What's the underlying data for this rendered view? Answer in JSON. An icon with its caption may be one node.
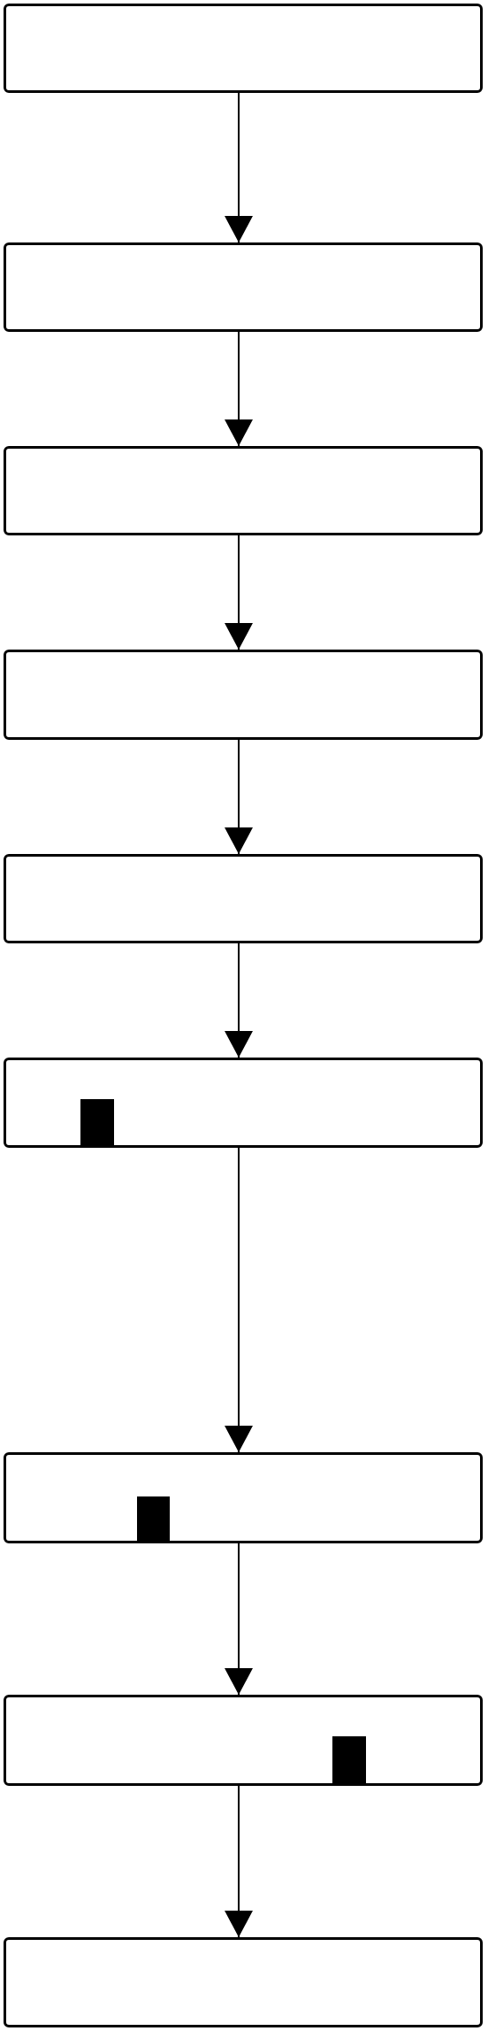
{
  "diagram": {
    "nodes": [
      {
        "text": [],
        "shape": "box"
      },
      {
        "text": [],
        "shape": "box"
      },
      {
        "text": [],
        "shape": "box"
      },
      {
        "text": [],
        "shape": "box"
      },
      {
        "text": [],
        "shape": "box"
      },
      {
        "text": [],
        "shape": "box"
      },
      {
        "text": [],
        "shape": "bar",
        "in": 5
      },
      {
        "text": [],
        "shape": "box"
      },
      {
        "text": [],
        "shape": "bar",
        "in": 7
      },
      {
        "text": [],
        "shape": "box"
      },
      {
        "text": [],
        "shape": "bar",
        "in": 9
      },
      {
        "text": [],
        "shape": "box"
      }
    ],
    "edges": [
      {
        "from": 0,
        "to": 1,
        "arrow": "to"
      },
      {
        "from": 1,
        "to": 2,
        "arrow": "to"
      },
      {
        "from": 2,
        "to": 3,
        "arrow": "to"
      },
      {
        "from": 3,
        "to": 4,
        "arrow": "to"
      },
      {
        "from": 4,
        "to": 5,
        "arrow": "to"
      },
      {
        "from": 5,
        "to": 7,
        "arrow": "to"
      },
      {
        "from": 7,
        "to": 9,
        "arrow": "to"
      },
      {
        "from": 9,
        "to": 11,
        "arrow": "to"
      }
    ]
  }
}
